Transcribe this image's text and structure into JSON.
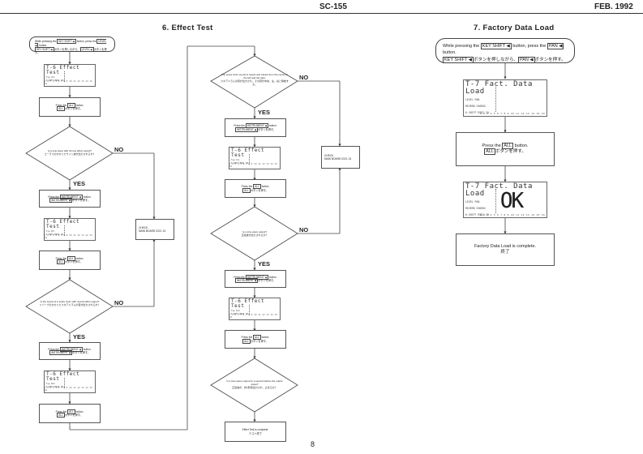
{
  "header": {
    "model": "SC-155",
    "date": "FEB. 1992",
    "page_number": "8"
  },
  "sections": {
    "effect_test": {
      "title": "6. Effect Test",
      "start_instruction": {
        "en_pre": "While pressing the",
        "key1": "KEY SHIFT ◀",
        "en_mid": "button, press the",
        "key2": "LEVEL ◀",
        "en_post": "button.",
        "jp_mid": "ボタンを押しながら、",
        "jp_post": "ボタンを押す。"
      },
      "lcd": {
        "title": "T-6   Effect Test",
        "rows": [
          "INS   No",
          "Typ   Cho",
          "REVRB  CHORUS",
          "K.SHFT  MIDI CH"
        ],
        "numbers": "1 2 3 4 5 6 7 8 9 10 11 12 13 14 15 16",
        "types": [
          "Typ Cho",
          "Typ Pnl",
          "Typ Rv2",
          "Typ Slv",
          "Typ SLD"
        ]
      },
      "press_all": {
        "pre": "Press the",
        "key": "ALL",
        "post": "button.",
        "jp": "ボタンを押す。"
      },
      "press_instrument": {
        "pre": "Press the",
        "key": "INSTRUMENT ◀",
        "post": "button.",
        "jp": "ボタンを押す。"
      },
      "decisions": [
        {
          "en": "Is a sine wave with chorus effect output?",
          "jp": "コーラスのかかったサイン波が出力されるか？"
        },
        {
          "en": "Is the sound of a snare drum with reverb effect output?",
          "jp": "リバーブのかかったスネアドラムの音が出力されるか？"
        },
        {
          "en": "The snare drum sound is output and travels from the center to the left and the right.",
          "jp": "スネアドラムの音が出力され、その音が中央、左、右と移動する。"
        },
        {
          "en": "Is a sine wave output?",
          "jp": "正弦波が出力されるか？"
        },
        {
          "en": "Is a sine wave output for a second before the output stops?",
          "jp": "正弦波が、約1秒間出力され、止まるか？"
        }
      ],
      "check_box": {
        "line1": "CHECK",
        "line2": "MAIN BOARD IC03, 24"
      },
      "end_box": {
        "en": "Effect Test is complete.",
        "jp": "テスト終了"
      },
      "yes_label": "YES",
      "no_label": "NO"
    },
    "factory_data_load": {
      "title": "7. Factory Data Load",
      "start_instruction": {
        "en_pre": "While pressing the",
        "key1": "KEY SHIFT ◀",
        "en_mid": "button, press the",
        "key2": "PAN ◀",
        "en_post": "button.",
        "jp_mid": "ボタンを押しながら、",
        "jp_post": "ボタンを押す。"
      },
      "lcd": {
        "title": "T-7  Fact. Data Load",
        "rows": [
          "LEVEL   PAN",
          "REVERB  CHORUS",
          "K.SHIFT  MIDI CH"
        ],
        "numbers": "1 2 3 4 5 6 7 8 9 10 11 12 13 14 15 16",
        "ok": "OK"
      },
      "press_all": {
        "pre": "Press the",
        "key": "ALL",
        "post": "button.",
        "jp": "ボタンを押す。"
      },
      "end_box": {
        "en": "Factory Data Load is complete.",
        "jp": "終了"
      }
    }
  }
}
